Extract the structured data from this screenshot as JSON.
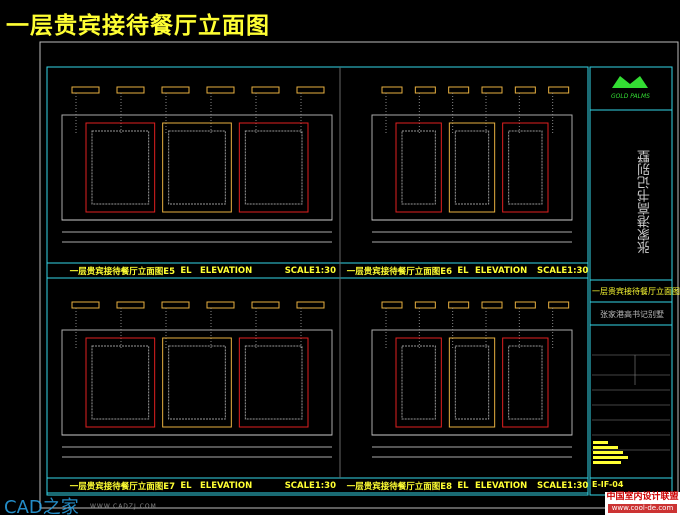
{
  "title": "一层贵宾接待餐厅立面图",
  "panels": [
    {
      "name": "一层贵宾接待餐厅立面图E5",
      "el": "EL",
      "elevation": "ELEVATION",
      "scale": "SCALE1:30"
    },
    {
      "name": "一层贵宾接待餐厅立面图E6",
      "el": "EL",
      "elevation": "ELEVATION",
      "scale": "SCALE1:30"
    },
    {
      "name": "一层贵宾接待餐厅立面图E7",
      "el": "EL",
      "elevation": "ELEVATION",
      "scale": "SCALE1:30"
    },
    {
      "name": "一层贵宾接待餐厅立面图E8",
      "el": "EL",
      "elevation": "ELEVATION",
      "scale": "SCALE1:30"
    }
  ],
  "title_block": {
    "logo": "GOLD PALMS",
    "project_vertical": "张家港高书记别墅",
    "drawing_name": "一层贵宾接待餐厅立面图",
    "project_name": "张家港高书记别墅",
    "sheet_no": "E-IF-04"
  },
  "watermarks": {
    "cad_logo": "CAD之家",
    "cad_url": "WWW.CADZJ.COM",
    "union": "中国室内设计联盟",
    "union_url": "www.cool-de.com"
  },
  "colors": {
    "frame": "#33d6e8",
    "text": "#ffff33",
    "line_red": "#e02020",
    "line_gold": "#e8b040"
  }
}
